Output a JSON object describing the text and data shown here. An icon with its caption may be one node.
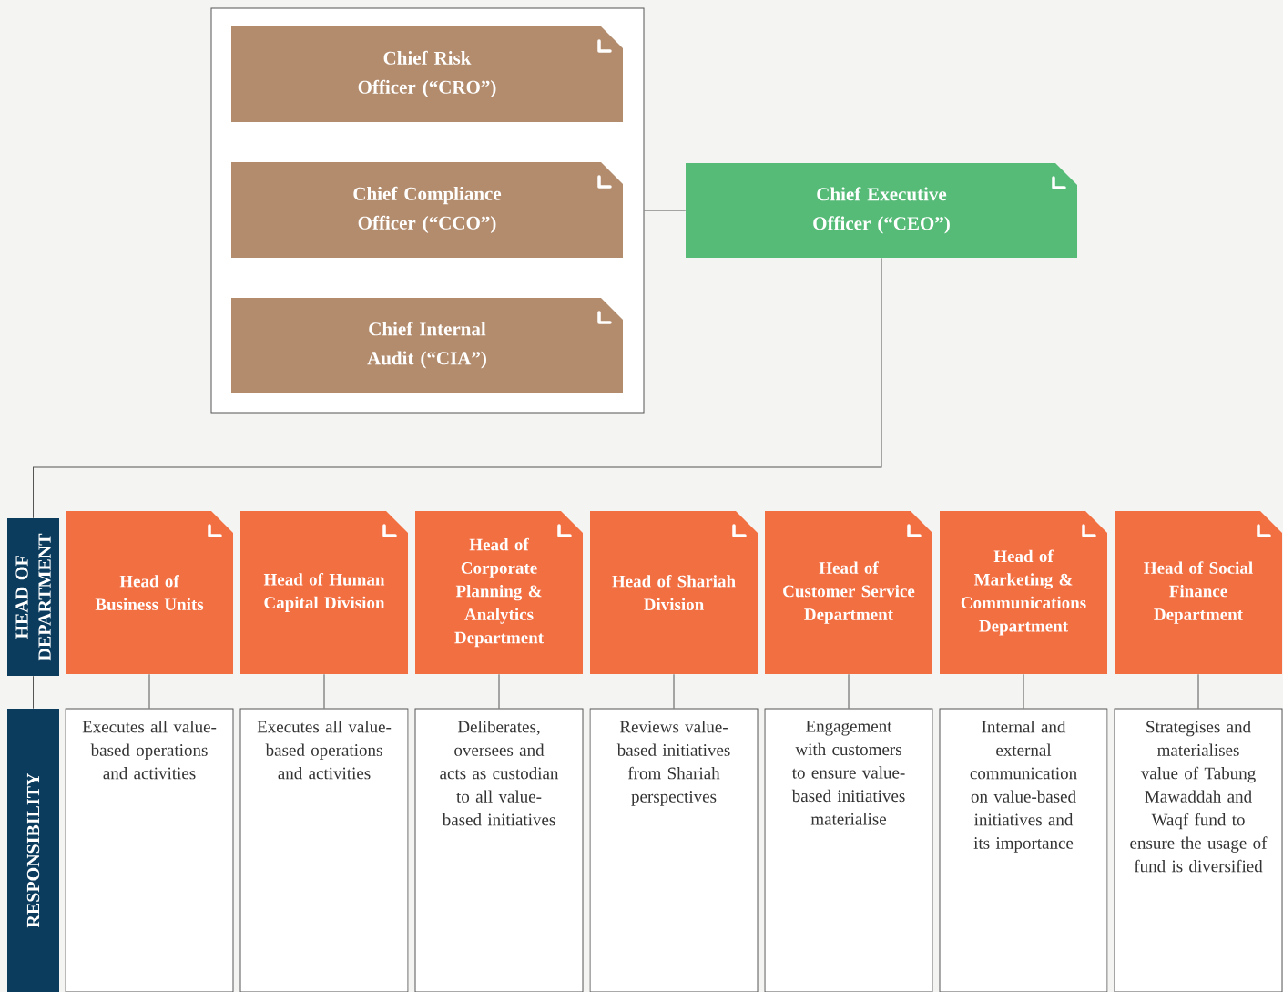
{
  "diagram": {
    "nodes": [
      {
        "text": [],
        "shape": "box"
      },
      {
        "text": [
          "Chief Risk Officer (“CRO”)"
        ],
        "in": 0
      },
      {
        "text": [
          "Chief Compliance Officer (“CCO”)"
        ],
        "in": 0
      },
      {
        "text": [
          "Chief Internal Audit (“CIA”)"
        ],
        "in": 0
      },
      {
        "text": [
          "Chief Executive Officer (“CEO”)"
        ]
      },
      {
        "text": [
          "HEAD OF DEPARTMENT"
        ]
      },
      {
        "text": [
          "RESPONSIBILITY"
        ]
      },
      {
        "text": [
          "Head of Business Units"
        ]
      },
      {
        "text": [
          "Head of Human Capital Division"
        ]
      },
      {
        "text": [
          "Head of Corporate Planning & Analytics Department"
        ]
      },
      {
        "text": [
          "Head of Shariah Division"
        ]
      },
      {
        "text": [
          "Head of Customer Service Department"
        ]
      },
      {
        "text": [
          "Head of Marketing & Communications Department"
        ]
      },
      {
        "text": [
          "Head of Social Finance Department"
        ]
      },
      {
        "text": [
          "Executes all value-based operations and activities"
        ]
      },
      {
        "text": [
          "Executes all value-based operations and activities"
        ]
      },
      {
        "text": [
          "Deliberates, oversees and acts as custodian to all value-based initiatives"
        ]
      },
      {
        "text": [
          "Reviews value-based initiatives from Shariah perspectives"
        ]
      },
      {
        "text": [
          "Engagement with customers to ensure value-based initiatives materialise"
        ]
      },
      {
        "text": [
          "Internal and external communication on value-based initiatives and its importance"
        ]
      },
      {
        "text": [
          "Strategises and materialises value of Tabung Mawaddah and Waqf fund to ensure the usage of fund is diversified"
        ]
      }
    ],
    "edges": [
      {
        "from": 0,
        "to": 4,
        "arrow": "none"
      },
      {
        "from": 4,
        "to": 5,
        "arrow": "none"
      },
      {
        "from": 5,
        "to": 6,
        "arrow": "none"
      },
      {
        "from": 7,
        "to": 14,
        "arrow": "none"
      },
      {
        "from": 8,
        "to": 15,
        "arrow": "none"
      },
      {
        "from": 9,
        "to": 16,
        "arrow": "none"
      },
      {
        "from": 10,
        "to": 17,
        "arrow": "none"
      },
      {
        "from": 11,
        "to": 18,
        "arrow": "none"
      },
      {
        "from": 12,
        "to": 19,
        "arrow": "none"
      },
      {
        "from": 13,
        "to": 20,
        "arrow": "none"
      }
    ]
  }
}
